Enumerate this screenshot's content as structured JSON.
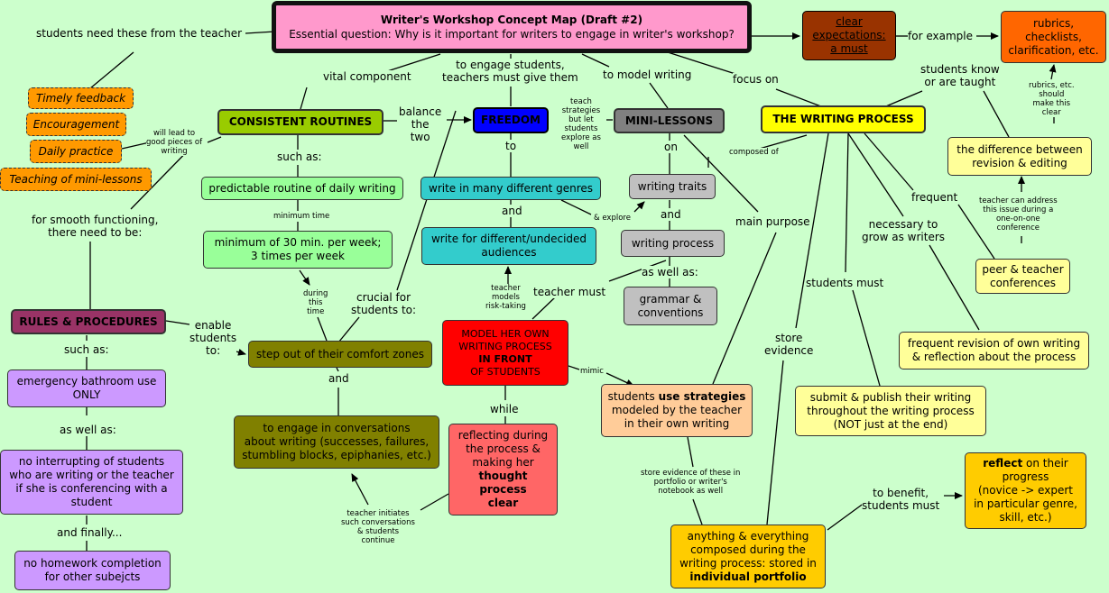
{
  "title": {
    "line1": "Writer's Workshop Concept Map (Draft #2)",
    "line2": "Essential question: Why is it important for writers to engage in writer's workshop?"
  },
  "nodes": {
    "clear_expectations": [
      "clear",
      "expectations:",
      "a must"
    ],
    "rubrics": [
      "rubrics,",
      "checklists,",
      "clarification, etc."
    ],
    "feedback_items": [
      "Timely feedback",
      "Encouragement",
      "Daily practice",
      "Teaching of mini-lessons"
    ],
    "consistent_routines": "CONSISTENT ROUTINES",
    "freedom": "FREEDOM",
    "mini_lessons": "MINI-LESSONS",
    "writing_process_main": "THE WRITING PROCESS",
    "predictable_routine": "predictable routine of daily writing",
    "minimum_30": [
      "minimum of 30 min. per week;",
      "3 times per week"
    ],
    "genres": "write in many different genres",
    "audiences": [
      "write for different/undecided",
      "audiences"
    ],
    "writing_traits": "writing traits",
    "writing_process_sub": "writing process",
    "grammar": [
      "grammar &",
      "conventions"
    ],
    "difference": [
      "the difference between",
      "revision & editing"
    ],
    "peer_teacher": [
      "peer & teacher",
      "conferences"
    ],
    "frequent_revision": [
      "frequent revision of own writing",
      "& reflection about the process"
    ],
    "submit_publish": [
      "submit & publish their writing",
      "throughout the writing process",
      "(NOT just at the end)"
    ],
    "rules_procedures": "RULES & PROCEDURES",
    "step_out": "step out of their comfort zones",
    "conversations": [
      "to engage in conversations",
      "about writing (successes, failures,",
      "stumbling blocks, epiphanies, etc.)"
    ],
    "model_lines": [
      "MODEL HER OWN",
      "WRITING PROCESS",
      "IN FRONT",
      "OF STUDENTS"
    ],
    "reflecting_lines": [
      "reflecting during",
      "the process &",
      "making her",
      "thought",
      "process",
      "clear"
    ],
    "use_strategies": [
      "students ",
      "use strategies",
      "modeled by the teacher",
      "in their own writing"
    ],
    "bathroom": [
      "emergency bathroom use",
      "ONLY"
    ],
    "no_interrupting": [
      "no interrupting of students",
      "who are writing or the teacher",
      "if she is conferencing with a",
      "student"
    ],
    "no_homework": [
      "no homework completion",
      "for other subejcts"
    ],
    "portfolio": [
      "anything & everything",
      "composed during the",
      "writing process: stored in",
      "individual portfolio"
    ],
    "reflect": [
      "reflect",
      " on their",
      "progress",
      "(novice -> expert",
      "in particular genre,",
      "skill, etc.)"
    ]
  },
  "labels": {
    "need_from_teacher": "students need these from the teacher",
    "for_example": "for example",
    "vital_component": "vital component",
    "engage_students": "to engage students,\nteachers must give them",
    "to_model_writing": "to model writing",
    "focus_on": "focus on",
    "know_taught": "students know\nor are taught",
    "rubrics_should": "rubrics, etc.\nshould\nmake this\nclear",
    "balance": "balance\nthe\ntwo",
    "teach_strategies": "teach\nstrategies\nbut let\nstudents\nexplore as\nwell",
    "will_lead": "will lead to\ngood pieces of\nwriting",
    "such_as_1": "such as:",
    "to": "to",
    "on": "on",
    "composed_of": "composed of",
    "minimum_time": "minimum time",
    "and_1": "and",
    "explore": "& explore",
    "and_2": "and",
    "frequent": "frequent",
    "teacher_address": "teacher can address\nthis issue during a\none-on-one\nconference",
    "smooth": "for smooth functioning,\nthere need to be:",
    "main_purpose": "main purpose",
    "necessary": "necessary to\ngrow as writers",
    "as_well_as_1": "as well as:",
    "during_time": "during\nthis\ntime",
    "crucial": "crucial for\nstudents to:",
    "teacher_models": "teacher\nmodels\nrisk-taking",
    "teacher_must": "teacher must",
    "students_must_1": "students must",
    "enable": "enable\nstudents\nto:",
    "such_as_2": "such as:",
    "store_evidence": "store\nevidence",
    "mimic": "mimic",
    "and_3": "and",
    "as_well_as_2": "as well as:",
    "while": "while",
    "store_these": "store evidence of these in\nportfolio or writer's\nnotebook as well",
    "to_benefit": "to benefit,\nstudents must",
    "teacher_initiates": "teacher initiates\nsuch conversations\n& students\ncontinue",
    "and_finally": "and finally..."
  },
  "colors": {
    "background": "#ccffcc",
    "title": "#ff99cc",
    "clear_expectations": "#993300",
    "rubrics": "#ff6600",
    "feedback": "#ff9900",
    "consistent": "#99cc00",
    "freedom": "#0000ff",
    "mini_lessons": "#808080",
    "writing_process": "#ffff00",
    "light_green": "#99ff99",
    "teal": "#33cccc",
    "light_gray": "#c0c0c0",
    "light_yellow": "#ffff99",
    "maroon": "#993366",
    "lavender": "#cc99ff",
    "olive": "#808000",
    "red": "#ff0000",
    "salmon": "#ff6666",
    "peach": "#ffcc99",
    "gold": "#ffcc00"
  }
}
